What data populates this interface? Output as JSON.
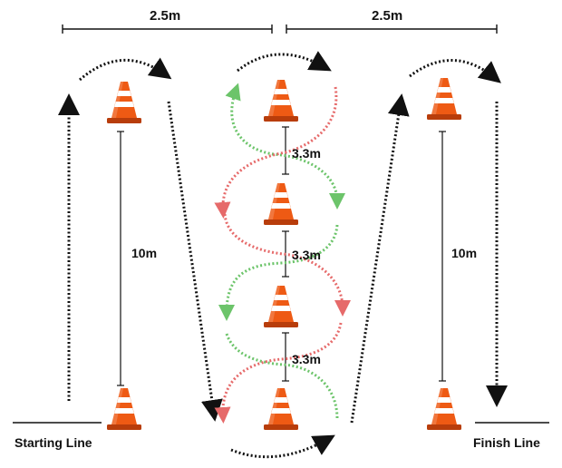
{
  "labels": {
    "spacing_left": "2.5m",
    "spacing_right": "2.5m",
    "length_left": "10m",
    "length_right": "10m",
    "gap_1": "3.3m",
    "gap_2": "3.3m",
    "gap_3": "3.3m",
    "start": "Starting Line",
    "finish": "Finish Line"
  },
  "colors": {
    "cone_orange": "#ee5a14",
    "cone_stripe": "#ffffff",
    "path_black": "#111111",
    "arrow_green": "#6cc46a",
    "arrow_red": "#e66a6a"
  },
  "icons": [
    "traffic-cone-icon"
  ]
}
